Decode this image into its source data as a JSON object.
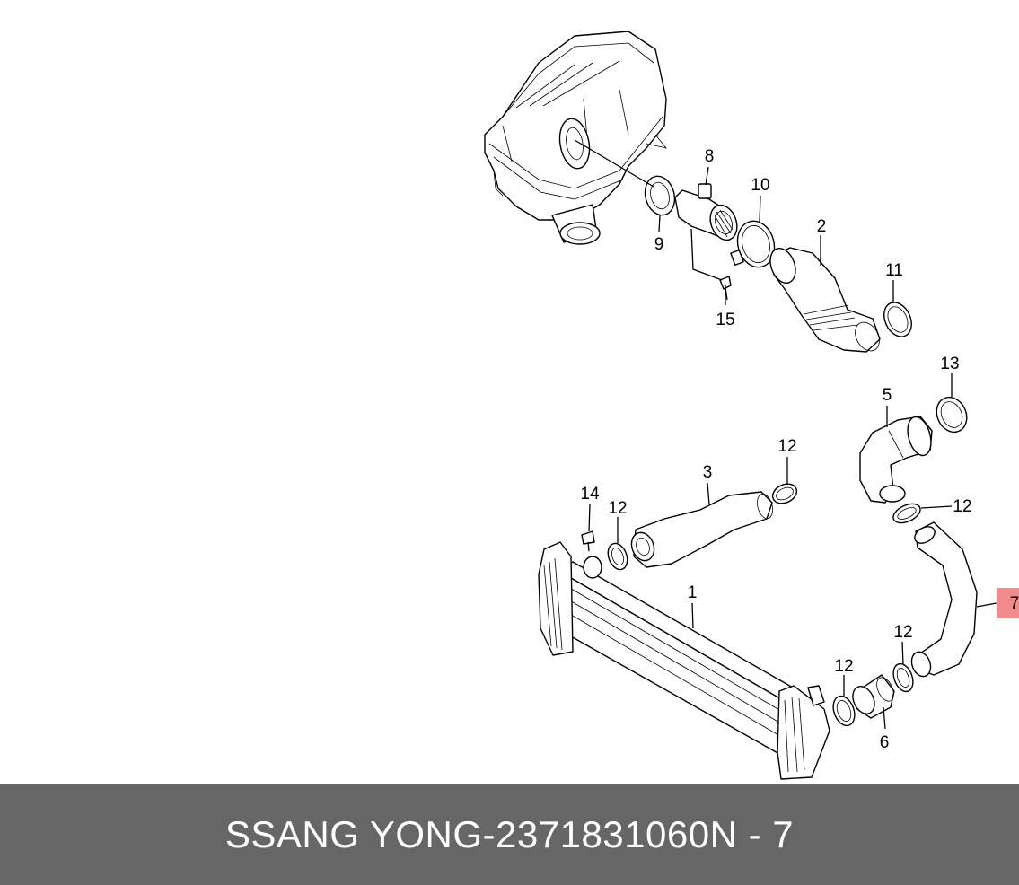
{
  "footer": {
    "brand": "SSANG YONG",
    "separator": "-",
    "part_number": "2371831060",
    "diagram_ref": "N - 7"
  },
  "callouts": {
    "p1": "1",
    "p2": "2",
    "p3": "3",
    "p5": "5",
    "p6": "6",
    "p7": "7",
    "p8": "8",
    "p9": "9",
    "p10": "10",
    "p11": "11",
    "p12a": "12",
    "p12b": "12",
    "p12c": "12",
    "p12d": "12",
    "p12e": "12",
    "p13": "13",
    "p14": "14",
    "p15": "15"
  },
  "colors": {
    "footer_bg": "#666666",
    "highlight": "#f28b8b"
  }
}
